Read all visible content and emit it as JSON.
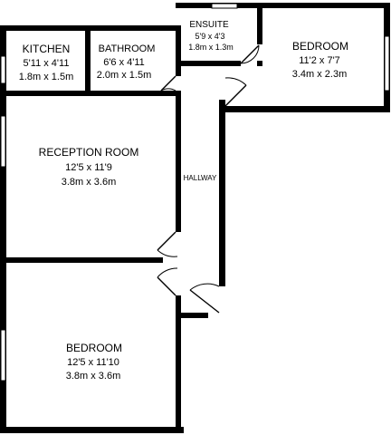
{
  "rooms": {
    "kitchen": {
      "name": "KITCHEN",
      "dim_imperial": "5'11 x 4'11",
      "dim_metric": "1.8m x 1.5m"
    },
    "bathroom": {
      "name": "BATHROOM",
      "dim_imperial": "6'6 x 4'11",
      "dim_metric": "2.0m x 1.5m"
    },
    "ensuite": {
      "name": "ENSUITE",
      "dim_imperial": "5'9 x 4'3",
      "dim_metric": "1.8m x 1.3m"
    },
    "bedroom1": {
      "name": "BEDROOM",
      "dim_imperial": "11'2 x 7'7",
      "dim_metric": "3.4m x 2.3m"
    },
    "reception": {
      "name": "RECEPTION ROOM",
      "dim_imperial": "12'5 x 11'9",
      "dim_metric": "3.8m x 3.6m"
    },
    "hallway": {
      "name": "HALLWAY"
    },
    "bedroom2": {
      "name": "BEDROOM",
      "dim_imperial": "12'5 x 11'10",
      "dim_metric": "3.8m x 3.6m"
    }
  },
  "colors": {
    "wall": "#000000",
    "background": "#ffffff"
  }
}
